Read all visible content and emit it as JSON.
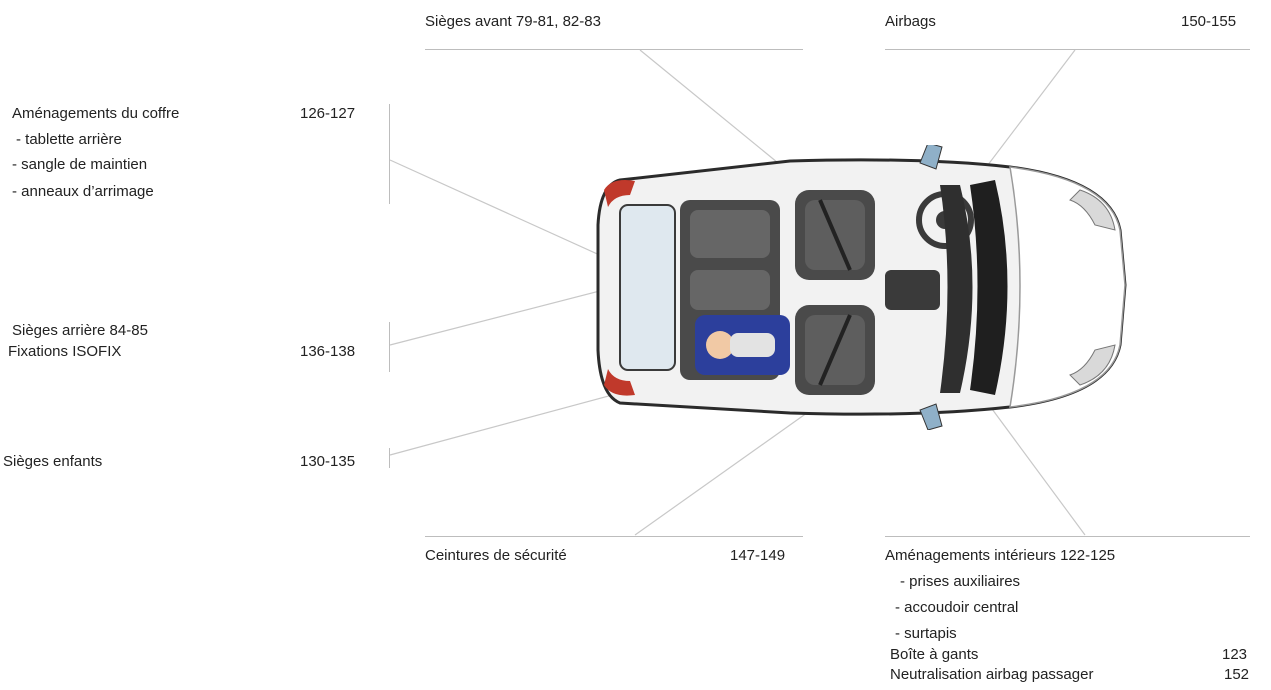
{
  "sections": {
    "sieges_avant": {
      "label": "Sièges avant  79-81, 82-83"
    },
    "airbags": {
      "label": "Airbags",
      "pages": "150-155"
    },
    "coffre": {
      "label": "Aménagements du coffre",
      "pages": "126-127",
      "items": [
        "-   tablette arrière",
        "-   sangle de maintien",
        "-   anneaux   d’arrimage"
      ]
    },
    "sieges_arriere": {
      "label": "Sièges arrière  84-85"
    },
    "isofix": {
      "label": "Fixations ISOFIX",
      "pages": "136-138"
    },
    "sieges_enfants": {
      "label": "Sièges enfants",
      "pages": "130-135"
    },
    "ceintures": {
      "label": "Ceintures de  sécurité",
      "pages": "147-149"
    },
    "interieurs": {
      "label": "Aménagements intérieurs  122-125",
      "items": [
        "-  prises auxiliaires",
        "-  accoudoir central",
        "-   surtapis"
      ],
      "sub": [
        {
          "label": "Boîte à gants",
          "pages": "123"
        },
        {
          "label": "Neutralisation airbag passager",
          "pages": "152"
        }
      ]
    }
  },
  "colors": {
    "text": "#222222",
    "rule": "#bdbdbd",
    "leader": "#c8c8c8",
    "car_body": "#f2f2f2",
    "car_outline": "#2b2b2b",
    "seat": "#4a4a4a",
    "child_seat": "#2c3f9c",
    "tail_light": "#c0392b"
  }
}
